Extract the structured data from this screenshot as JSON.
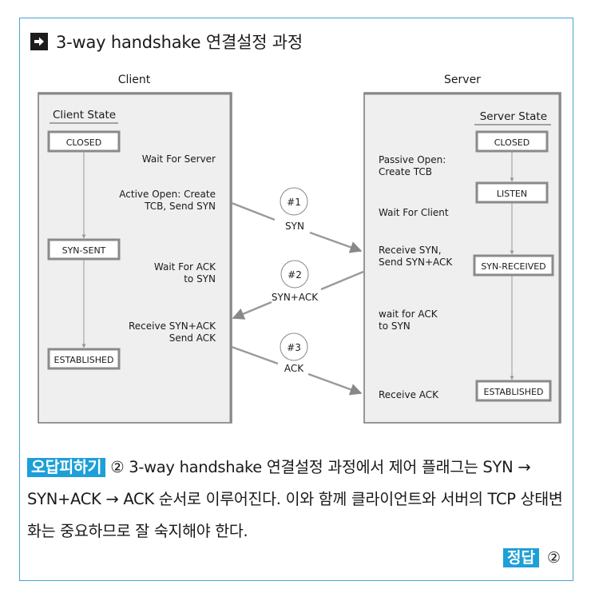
{
  "title": "3-way handshake 연결설정 과정",
  "client": {
    "label": "Client",
    "state_header": "Client State",
    "states": [
      "CLOSED",
      "SYN-SENT",
      "ESTABLISHED"
    ],
    "events": [
      [
        "Wait For Server"
      ],
      [
        "Active Open: Create",
        "TCB, Send SYN"
      ],
      [
        "Wait For ACK",
        "to SYN"
      ],
      [
        "Receive SYN+ACK",
        "Send ACK"
      ]
    ]
  },
  "server": {
    "label": "Server",
    "state_header": "Server State",
    "states": [
      "CLOSED",
      "LISTEN",
      "SYN-RECEIVED",
      "ESTABLISHED"
    ],
    "events": [
      [
        "Passive Open:",
        "Create TCB"
      ],
      [
        "Wait For Client"
      ],
      [
        "Receive SYN,",
        "Send SYN+ACK"
      ],
      [
        "wait for ACK",
        "to SYN"
      ],
      [
        "Receive ACK"
      ]
    ]
  },
  "messages": [
    {
      "num": "#1",
      "label": "SYN"
    },
    {
      "num": "#2",
      "label": "SYN+ACK"
    },
    {
      "num": "#3",
      "label": "ACK"
    }
  ],
  "explanation": {
    "badge": "오답피하기",
    "text": "② 3-way handshake 연결설정 과정에서 제어 플래그는 SYN → SYN+ACK → ACK 순서로 이루어진다. 이와 함께 클라이언트와 서버의 TCP 상태변화는 중요하므로 잘 숙지해야 한다."
  },
  "answer": {
    "badge": "정답",
    "value": "②"
  }
}
